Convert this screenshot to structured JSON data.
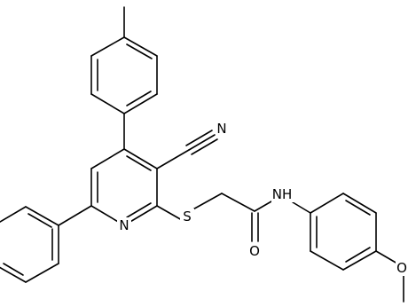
{
  "molecule": {
    "atoms": {
      "pyridine_n": "N",
      "thioether_s": "S",
      "amide_nh": "NH",
      "carbonyl_o": "O",
      "methoxy_o": "O"
    }
  }
}
